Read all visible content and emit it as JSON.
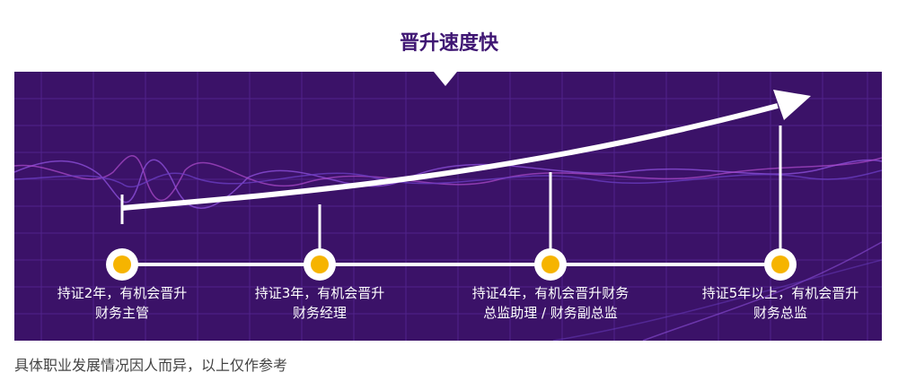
{
  "title": "晋升速度快",
  "milestones": [
    {
      "line1": "持证2年，有机会晋升",
      "line2": "财务主管"
    },
    {
      "line1": "持证3年，有机会晋升",
      "line2": "财务经理"
    },
    {
      "line1": "持证4年，有机会晋升财务",
      "line2": "总监助理 / 财务副总监"
    },
    {
      "line1": "持证5年以上，有机会晋升",
      "line2": "财务总监"
    }
  ],
  "footnote": "具体职业发展情况因人而异，以上仅作参考",
  "colors": {
    "panel": "#3b1268",
    "grid": "#5a2b9a",
    "accent": "#f6b400",
    "title": "#3f1673"
  }
}
